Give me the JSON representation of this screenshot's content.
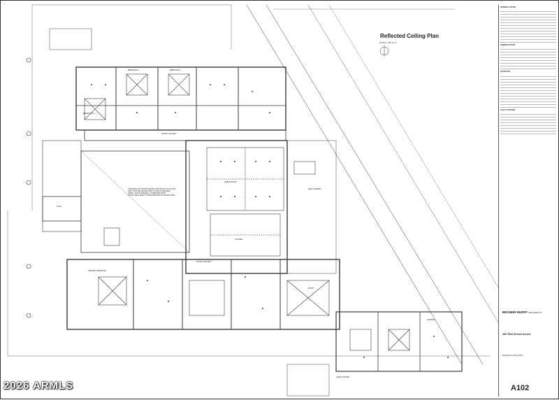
{
  "plan": {
    "title": "Reflected Ceiling Plan",
    "scale": "SCALE: 1/8\"=1'-0\"",
    "labels": {
      "bedroom_4": "BEDROOM 4",
      "bedroom_3": "BEDROOM 3",
      "bedroom_2": "BEDROOM 2",
      "north_gallery": "NORTH GALLERY",
      "great_room": "GREAT ROOM",
      "east_garden": "EAST GARDEN",
      "pool": "POOL",
      "kitchen": "KITCHEN",
      "primary_bedroom": "PRIMARY BEDROOM",
      "south_gallery": "SOUTH GALLERY",
      "guest_house": "GUEST HOUSE",
      "garage": "GARAGE",
      "entry": "ENTRY"
    },
    "note_text": "OVERHANG AS SHOWN FRAMING AND TRUSS LAYOUT MAY VARY, PROVIDE CEILING TRIM TO SOFFIT AND EAVE; VERIFY SOFFIT MATERIAL, COORDINATE WITH STRUCTURAL SPECS TO BE APPROVED BY DESIGN TEAM"
  },
  "title_block": {
    "general_notes_heading": "GENERAL NOTES",
    "abbreviations_heading": "ABBREVIATIONS",
    "keynotes_heading": "KEYNOTES",
    "light_fixtures_heading": "LIGHT FIXTURES",
    "firm_name": "BEGNER-NURFF",
    "firm_suffix": "ARCHITECTS",
    "project_address": "4827 East Vermont Avenue",
    "sheet_name": "Reflected Ceiling Plan",
    "sheet_number": "A102"
  },
  "watermark": "2026 ARMLS",
  "colors": {
    "line": "#3a3a3a",
    "fill_wall": "#555555",
    "watermark": "#ffffff"
  }
}
